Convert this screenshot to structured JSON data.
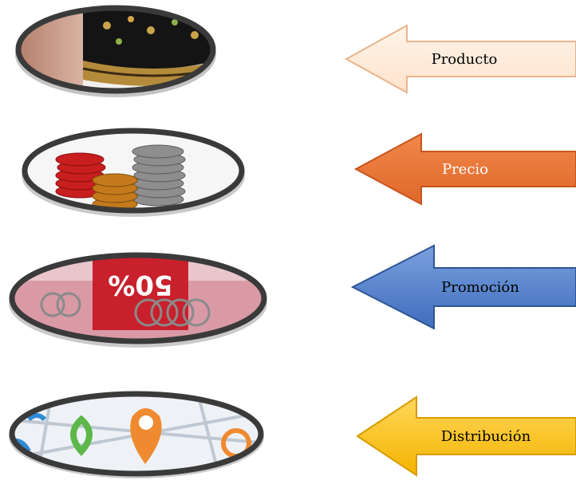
{
  "items": [
    {
      "label": "Producto",
      "arrow_fill_top": "#fff4ea",
      "arrow_fill_bottom": "#fde3cc",
      "arrow_stroke": "#e9b48d",
      "label_color": "#000000",
      "image": "embroidered-blouse-photo"
    },
    {
      "label": "Precio",
      "arrow_fill_top": "#f0884a",
      "arrow_fill_bottom": "#e0672a",
      "arrow_stroke": "#c8561d",
      "label_color": "#ffffff",
      "image": "coin-stacks-photo"
    },
    {
      "label": "Promoción",
      "arrow_fill_top": "#7aa0de",
      "arrow_fill_bottom": "#3f6dbd",
      "arrow_stroke": "#2f5597",
      "label_color": "#000000",
      "image": "discount-sale-photo"
    },
    {
      "label": "Distribución",
      "arrow_fill_top": "#ffd75a",
      "arrow_fill_bottom": "#f4b400",
      "arrow_stroke": "#d89b00",
      "label_color": "#000000",
      "image": "map-pins-photo"
    }
  ]
}
